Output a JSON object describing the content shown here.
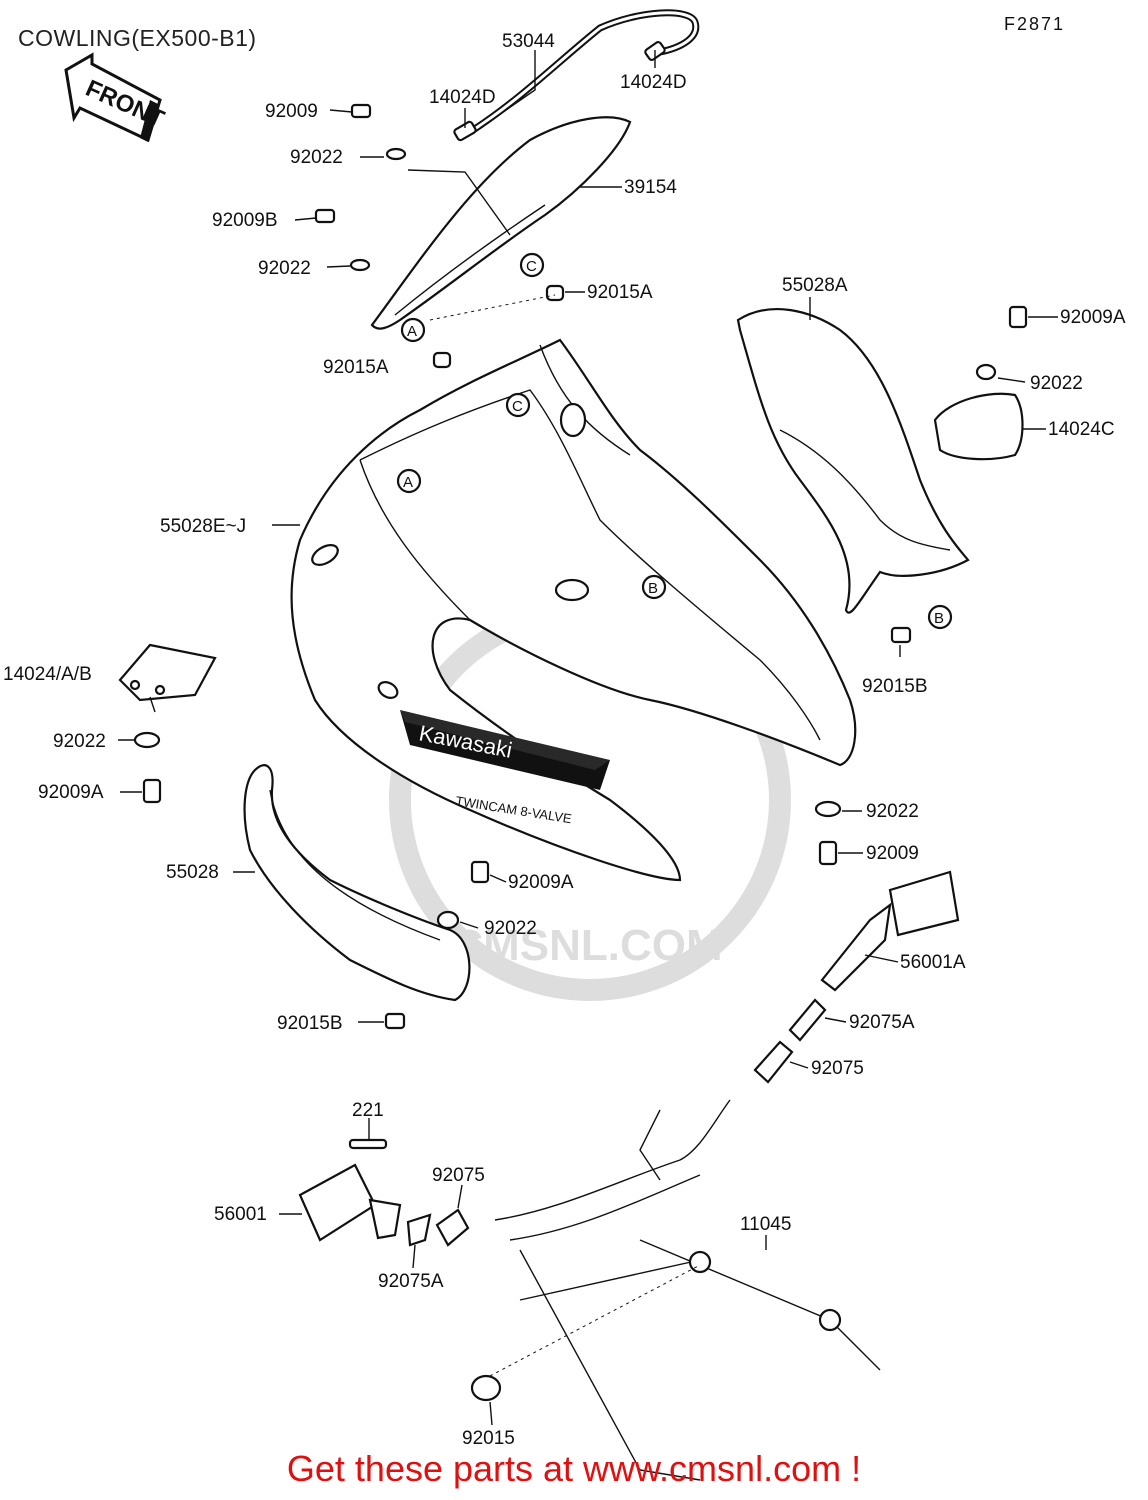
{
  "title": "COWLING(EX500-B1)",
  "code": "F2871",
  "front_label": "FRONT",
  "decal": {
    "brand": "Kawasaki",
    "sub": "TWINCAM 8-VALVE"
  },
  "watermark": "W.CMSNL.COM",
  "footer": "Get these parts at www.cmsnl.com !",
  "ref_letters": {
    "a": "A",
    "b": "B",
    "c": "C"
  },
  "labels": [
    "53044",
    "14024D",
    "14024D",
    "92009",
    "92022",
    "39154",
    "92009B",
    "92022",
    "92015A",
    "92015A",
    "55028A",
    "92009A",
    "92022",
    "14024C",
    "55028E~J",
    "14024/A/B",
    "92015B",
    "92022",
    "92009A",
    "92022",
    "92009",
    "55028",
    "92009A",
    "92022",
    "56001A",
    "92015B",
    "92075A",
    "92075",
    "221",
    "92075",
    "56001",
    "11045",
    "92075A",
    "92015"
  ],
  "colors": {
    "footer": "#e01010",
    "ink": "#111111"
  }
}
